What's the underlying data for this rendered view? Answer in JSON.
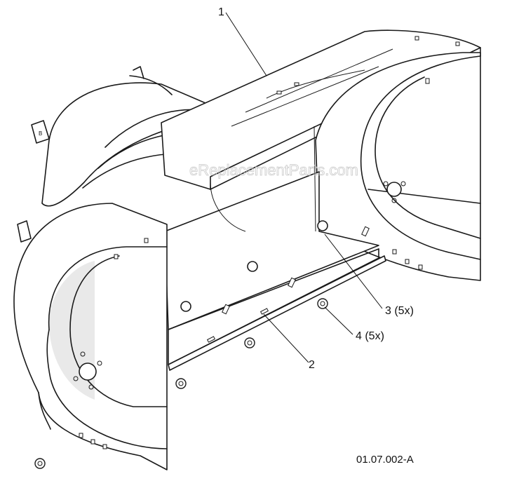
{
  "diagram": {
    "callouts": [
      {
        "id": "1",
        "label": "1"
      },
      {
        "id": "2",
        "label": "2"
      },
      {
        "id": "3",
        "label": "3 (5x)"
      },
      {
        "id": "4",
        "label": "4 (5x)"
      }
    ],
    "watermark": "eReplacementParts.com",
    "drawing_code": "01.07.002-A"
  }
}
